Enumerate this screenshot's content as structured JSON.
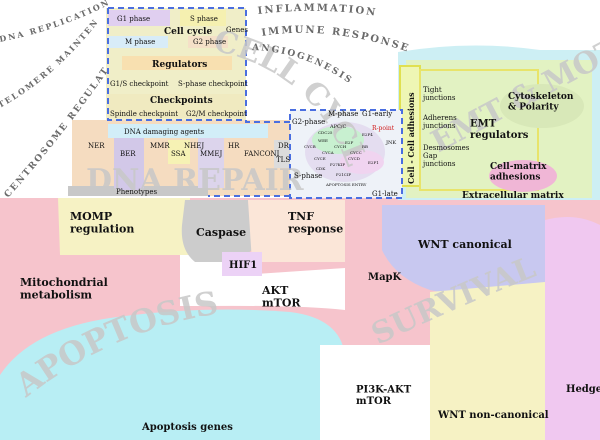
{
  "colors": {
    "cell_cycle_bg": "#f0eec8",
    "dna_repair_bg": "#f5dcc0",
    "emt_bg": "#d8f3c4",
    "apoptosis_bg": "#b8eef4",
    "survival_pink": "#f6c4cc",
    "wnt_canonical": "#c8c8f0",
    "wnt_noncanonical": "#f6f2c4",
    "hedgehog": "#f0c8f0",
    "caspase": "#cccccc",
    "dashed_border": "#4a6ee0"
  },
  "regions": {
    "dna_replication": "DNA REPLICATION",
    "telomere_maintenance": "TELOMERE MAINTENANCE",
    "centrosome_regulation": "CENTROSOME REGULATION",
    "inflammation": "INFLAMMATION",
    "immune_response": "IMMUNE RESPONSE",
    "angiogenesis": "ANGIOGENESIS",
    "cell_cycle_big": "CELL CYCLE",
    "dna_repair_big": "DNA REPAIR",
    "emt_motility_big": "EMT & MOTILITY",
    "apoptosis_big": "APOPTOSIS",
    "survival_big": "SURVIVAL"
  },
  "cell_cycle_box": {
    "g1_phase": "G1 phase",
    "s_phase": "S phase",
    "m_phase": "M phase",
    "g2_phase": "G2 phase",
    "cell_cycle": "Cell cycle",
    "genes": "Genes",
    "regulators": "Regulators",
    "g1s_checkpoint": "G1/S checkpoint",
    "s_phase_checkpoint": "S-phase checkpoint",
    "checkpoints": "Checkpoints",
    "spindle_checkpoint": "Spindle checkpoint",
    "g2m_checkpoint": "G2/M checkpoint"
  },
  "dna_repair_box": {
    "dna_damaging_agents": "DNA damaging agents",
    "ner": "NER",
    "ber": "BER",
    "mmr": "MMR",
    "ssa": "SSA",
    "nhej": "NHEJ",
    "mmej": "MMEJ",
    "hr": "HR",
    "fanconi": "FANCONI",
    "dr": "DR",
    "tls": "TLS",
    "phenotypes": "Phenotypes"
  },
  "cycle_wheel": {
    "g2_phase": "G2-phase",
    "m_phase": "M-phase",
    "g1_early": "G1-early",
    "apcc": "APC/C",
    "r_point": "R-point",
    "jnk": "JNK",
    "s_phase": "S-phase",
    "g1_late": "G1-late",
    "apoptosis_entry": "APOPTOSIS ENTRY",
    "cdc25": "CDC25",
    "wee": "WEE",
    "cycb": "CYCB",
    "cyca": "CYCA",
    "cyce": "CYCE",
    "cych": "CYCH",
    "e2f4": "E2F4",
    "e2f1": "E2F1",
    "rb": "RB",
    "cycc": "CYCC",
    "cycd": "CYCD",
    "p27kip": "P27KIP",
    "p21cip": "P21CIP",
    "e2f": "E2F",
    "cdk": "CDK"
  },
  "emt_box": {
    "cell_cell_adhesions": "Cell - Cell adhesions",
    "tight_junctions": "Tight junctions",
    "adherens_junctions": "Adherens junctions",
    "desmosomes": "Desmosomes",
    "gap_junctions": "Gap junctions",
    "emt_regulators": "EMT regulators",
    "cytoskeleton": "Cytoskeleton & Polarity",
    "cell_matrix": "Cell-matrix adhesions",
    "extracellular_matrix": "Extracellular matrix"
  },
  "lower": {
    "momp": "MOMP regulation",
    "caspase": "Caspase",
    "tnf": "TNF response",
    "hif1": "HIF1",
    "wnt_canonical": "WNT canonical",
    "mito": "Mitochondrial metabolism",
    "akt_mtor": "AKT mTOR",
    "mapk": "MapK",
    "apoptosis_genes": "Apoptosis genes",
    "pi3k": "PI3K-AKT mTOR",
    "wnt_noncanonical": "WNT non-canonical",
    "hedgehog": "Hedgehog"
  }
}
